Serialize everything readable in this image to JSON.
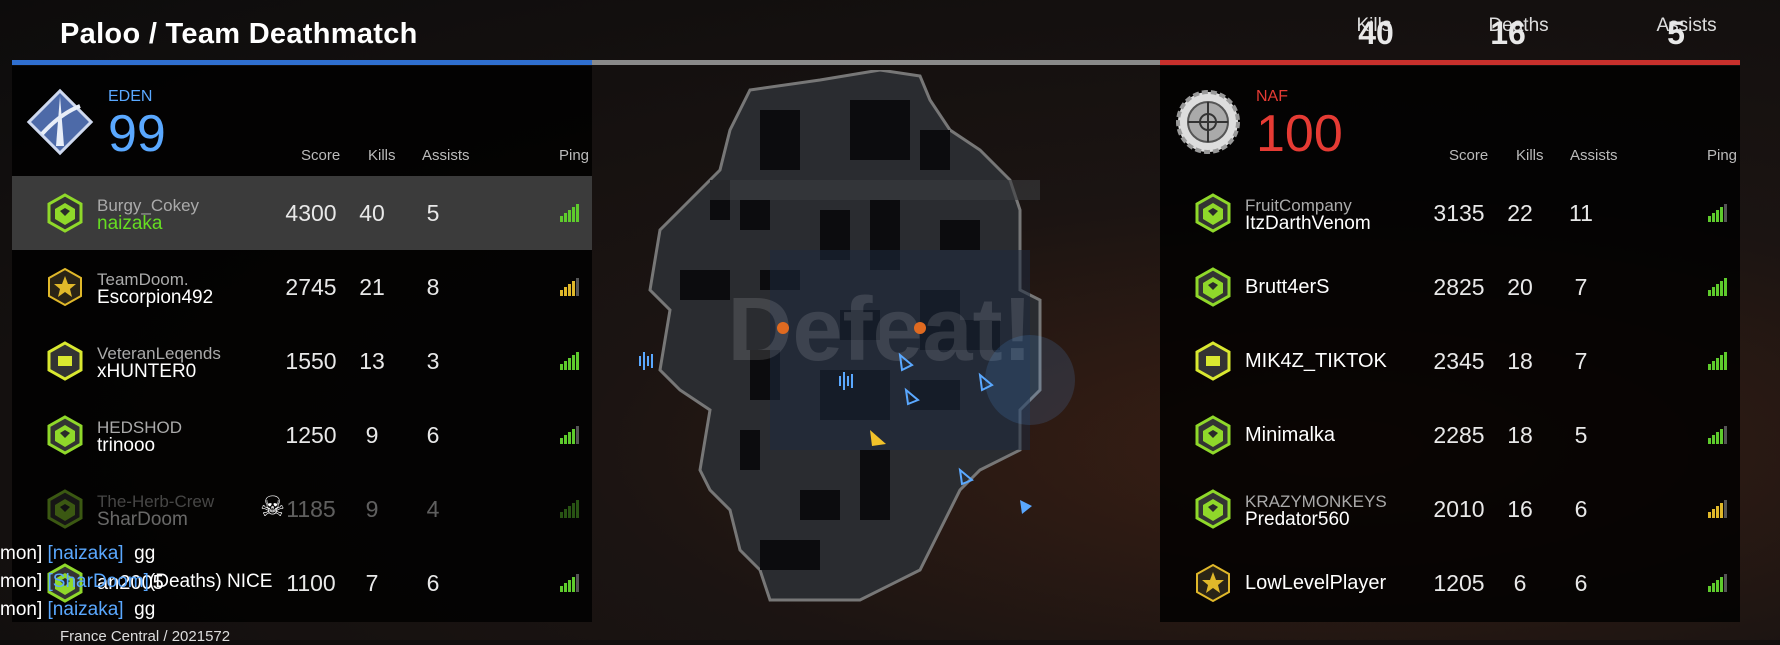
{
  "header": {
    "title": "Paloo / Team Deathmatch",
    "kills_value": "40",
    "kills_label": "Kills",
    "deaths_value": "16",
    "deaths_label": "Deaths",
    "assists_value": "5",
    "assists_label": "Assists"
  },
  "colors": {
    "blue": "#2f6fd0",
    "red": "#c8302c",
    "green_ping": "#5ecb2c",
    "yellow_ping": "#e0b82a",
    "name_highlight": "#66dd22"
  },
  "columns": {
    "score": "Score",
    "kills": "Kills",
    "assists": "Assists",
    "ping": "Ping"
  },
  "team_left": {
    "name": "EDEN",
    "score": "99",
    "emblem_icon": "eden-emblem-icon",
    "players": [
      {
        "clan": "Burgy_Cokey",
        "name": "naizaka",
        "score": "4300",
        "kills": "40",
        "assists": "5",
        "ping": 5,
        "ping_color": "green",
        "rank_icon": "rank-green-hex-icon",
        "selected": true
      },
      {
        "clan": "TeamDoom.",
        "name": "Escorpion492",
        "score": "2745",
        "kills": "21",
        "assists": "8",
        "ping": 4,
        "ping_color": "yellow",
        "rank_icon": "rank-gold-star-icon"
      },
      {
        "clan": "VeteranLeqends",
        "name": "xHUNTER0",
        "score": "1550",
        "kills": "13",
        "assists": "3",
        "ping": 5,
        "ping_color": "green",
        "rank_icon": "rank-yellow-hex-icon"
      },
      {
        "clan": "HEDSHOD",
        "name": "trinooo",
        "score": "1250",
        "kills": "9",
        "assists": "6",
        "ping": 4,
        "ping_color": "green",
        "rank_icon": "rank-green-hex-icon"
      },
      {
        "clan": "The-Herb-Crew",
        "name": "SharDoom",
        "score": "1185",
        "kills": "9",
        "assists": "4",
        "ping": 5,
        "ping_color": "green",
        "rank_icon": "rank-green-hex-icon",
        "dead": true
      },
      {
        "clan": "",
        "name": "an2005",
        "score": "1100",
        "kills": "7",
        "assists": "6",
        "ping": 4,
        "ping_color": "green",
        "rank_icon": "rank-green-hex-icon"
      }
    ]
  },
  "team_right": {
    "name": "NAF",
    "score": "100",
    "emblem_icon": "naf-emblem-icon",
    "players": [
      {
        "clan": "FruitCompany",
        "name": "ItzDarthVenom",
        "score": "3135",
        "kills": "22",
        "assists": "11",
        "ping": 4,
        "ping_color": "green",
        "rank_icon": "rank-green-hex-icon"
      },
      {
        "clan": "",
        "name": "Brutt4erS",
        "score": "2825",
        "kills": "20",
        "assists": "7",
        "ping": 5,
        "ping_color": "green",
        "rank_icon": "rank-green-hex-icon"
      },
      {
        "clan": "",
        "name": "MIK4Z_TIKTOK",
        "score": "2345",
        "kills": "18",
        "assists": "7",
        "ping": 5,
        "ping_color": "green",
        "rank_icon": "rank-yellow-hex-icon"
      },
      {
        "clan": "",
        "name": "Minimalka",
        "score": "2285",
        "kills": "18",
        "assists": "5",
        "ping": 4,
        "ping_color": "green",
        "rank_icon": "rank-green-hex-icon"
      },
      {
        "clan": "KRAZYMONKEYS",
        "name": "Predator560",
        "score": "2010",
        "kills": "16",
        "assists": "6",
        "ping": 4,
        "ping_color": "yellow",
        "rank_icon": "rank-green-hex-icon"
      },
      {
        "clan": "",
        "name": "LowLevelPlayer",
        "score": "1205",
        "kills": "6",
        "assists": "6",
        "ping": 4,
        "ping_color": "green",
        "rank_icon": "rank-gold-star-icon"
      }
    ]
  },
  "map": {
    "watermark": "Defeat!"
  },
  "chat": [
    {
      "prefix": "mon]",
      "name": "[naizaka]",
      "message": "gg"
    },
    {
      "prefix": "mon]",
      "name": "[SharDoom]",
      "message": "(Deaths) NICE"
    },
    {
      "prefix": "mon]",
      "name": "[naizaka]",
      "message": "gg"
    }
  ],
  "footer": {
    "server": "France Central / 2021572"
  }
}
